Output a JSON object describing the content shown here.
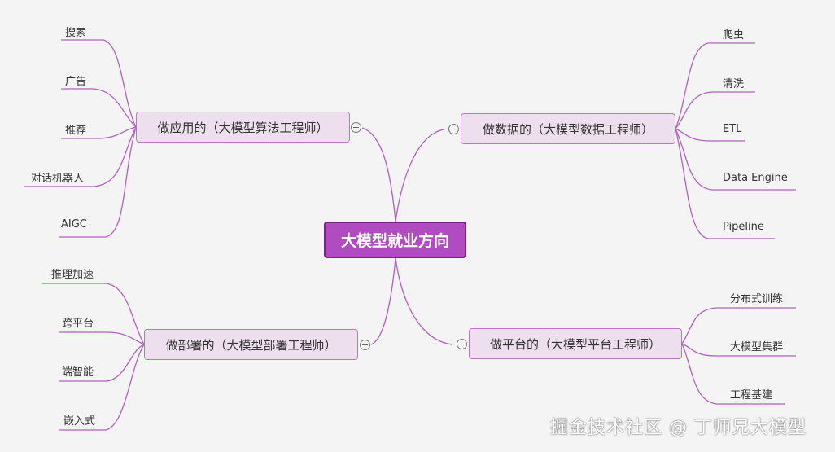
{
  "center": {
    "label": "大模型就业方向"
  },
  "branches": [
    {
      "label": "做应用的（大模型算法工程师）",
      "leaves": [
        "搜索",
        "广告",
        "推荐",
        "对话机器人",
        "AIGC"
      ]
    },
    {
      "label": "做数据的（大模型数据工程师）",
      "leaves": [
        "爬虫",
        "清洗",
        "ETL",
        "Data Engine",
        "Pipeline"
      ]
    },
    {
      "label": "做部署的（大模型部署工程师）",
      "leaves": [
        "推理加速",
        "跨平台",
        "端智能",
        "嵌入式"
      ]
    },
    {
      "label": "做平台的（大模型平台工程师）",
      "leaves": [
        "分布式训练",
        "大模型集群",
        "工程基建"
      ]
    }
  ],
  "watermark": "掘金技术社区 @ 丁师兄大模型",
  "colors": {
    "center_fill": "#b14cc0",
    "branch_fill": "#eedfee",
    "line": "#b25fc0",
    "background": "#f5f4f5"
  }
}
